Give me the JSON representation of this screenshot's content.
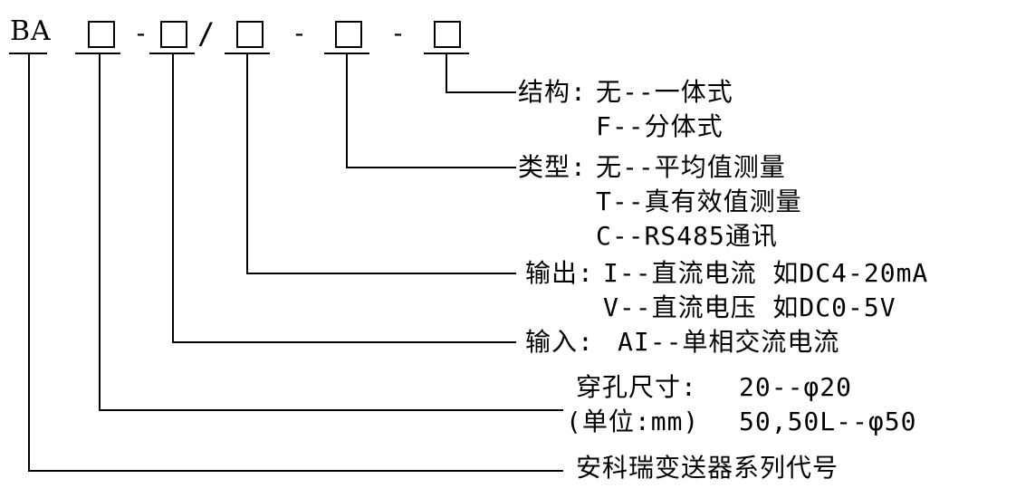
{
  "code": {
    "prefix": "BA",
    "dash_1": "-",
    "slash": "/",
    "dash_2": "-",
    "dash_3": "-"
  },
  "sections": {
    "structure": {
      "label": "结构:",
      "options": [
        "无--一体式",
        "F--分体式"
      ]
    },
    "type": {
      "label": "类型:",
      "options": [
        "无--平均值测量",
        "T--真有效值测量",
        "C--RS485通讯"
      ]
    },
    "output": {
      "label": "输出:",
      "options": [
        "I--直流电流 如DC4-20mA",
        "V--直流电压 如DC0-5V"
      ]
    },
    "input": {
      "label": "输入:",
      "options": [
        "AI--单相交流电流"
      ]
    },
    "aperture": {
      "line1_label": "穿孔尺寸:",
      "line1_value": "20--φ20",
      "line2_label": "(单位:mm)",
      "line2_value": "50,50L--φ50"
    },
    "series": {
      "label": "安科瑞变送器系列代号"
    }
  }
}
